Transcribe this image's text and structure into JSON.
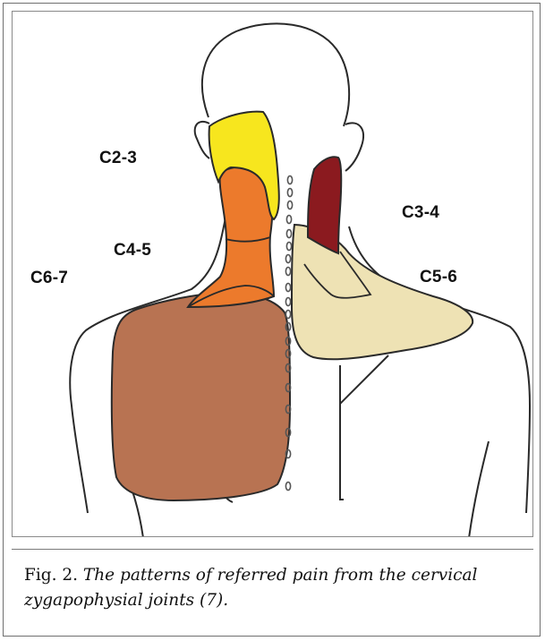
{
  "labels": {
    "c23": "C2-3",
    "c34": "C3-4",
    "c45": "C4-5",
    "c56": "C5-6",
    "c67": "C6-7"
  },
  "caption": {
    "fig_label": "Fig. 2.",
    "text": "The patterns of referred pain from the cervical zygapophysial joints (7)."
  },
  "colors": {
    "c23": "#f7e61e",
    "c34": "#8b1a1f",
    "c45": "#ec7a2c",
    "c56": "#eee2b4",
    "c67": "#b87352",
    "outline": "#2a2a2a"
  }
}
